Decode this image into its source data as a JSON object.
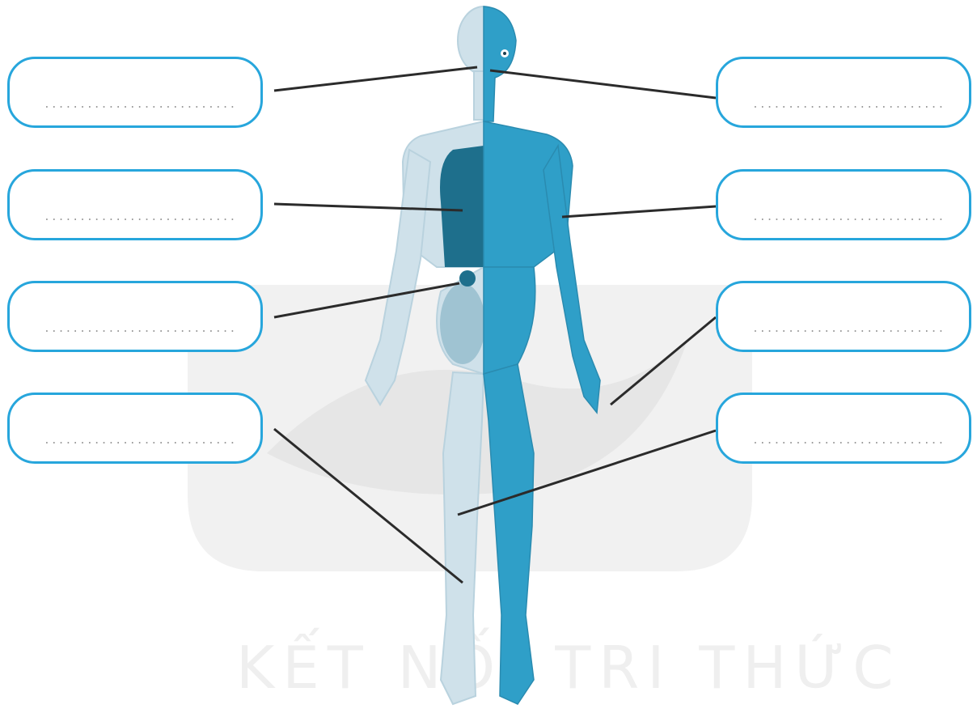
{
  "watermark_text": "KẾT NỐI TRI THỨC",
  "blank_placeholder": "...........................",
  "label_boxes": [
    {
      "name": "label-box-left-1"
    },
    {
      "name": "label-box-left-2"
    },
    {
      "name": "label-box-left-3"
    },
    {
      "name": "label-box-left-4"
    },
    {
      "name": "label-box-right-1"
    },
    {
      "name": "label-box-right-2"
    },
    {
      "name": "label-box-right-3"
    },
    {
      "name": "label-box-right-4"
    }
  ],
  "colors": {
    "box_border": "#27a6dc",
    "muscle": "#2f9fc8",
    "skeleton": "#c9dde8",
    "leader_line": "#2b2b2b"
  }
}
